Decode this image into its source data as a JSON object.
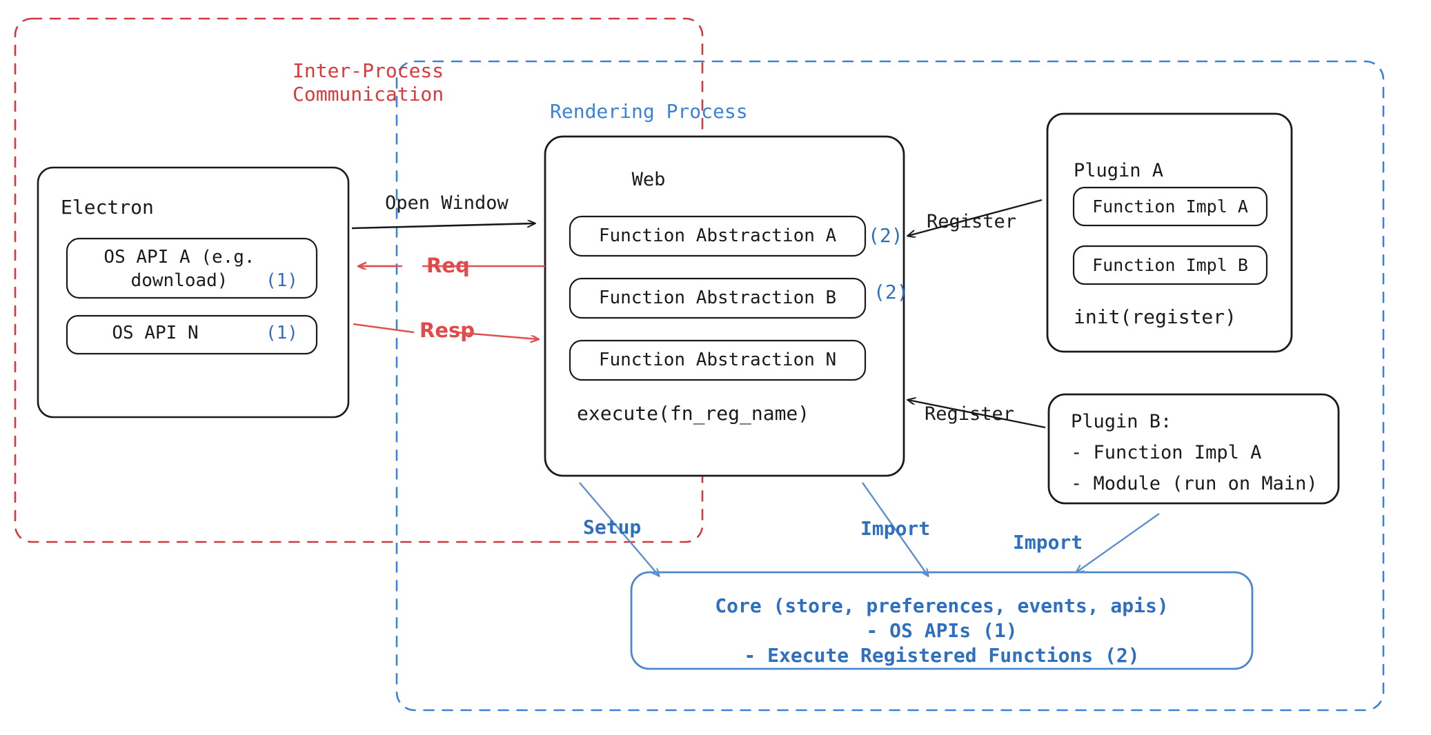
{
  "diagram": {
    "title_hidden": "",
    "colors": {
      "ipc_red": "#d4383f",
      "render_blue": "#3b82d6",
      "core_blue": "#2f6fc0",
      "node_black": "#1a1a1a",
      "annotation_blue": "#2f6fc0",
      "arrow_red": "#e05252"
    }
  },
  "ipc_group": {
    "label_line1": "Inter-Process",
    "label_line2": "Communication"
  },
  "rendering_group": {
    "label": "Rendering Process"
  },
  "electron": {
    "title": "Electron",
    "items": [
      {
        "label_line1": "OS API A (e.g.",
        "label_line2": "download)",
        "tag": "(1)"
      },
      {
        "label_line1": "OS API N",
        "label_line2": "",
        "tag": "(1)"
      }
    ]
  },
  "web": {
    "title": "Web",
    "items": [
      {
        "label": "Function Abstraction A",
        "tag": "(2)"
      },
      {
        "label": "Function Abstraction B",
        "tag": "(2)"
      },
      {
        "label": "Function Abstraction N",
        "tag": ""
      }
    ],
    "footer": "execute(fn_reg_name)"
  },
  "plugin_a": {
    "title": "Plugin A",
    "items": [
      {
        "label": "Function Impl A"
      },
      {
        "label": "Function Impl B"
      }
    ],
    "footer": "init(register)"
  },
  "plugin_b": {
    "title": "Plugin B:",
    "lines": [
      "- Function Impl A",
      "- Module (run on Main)"
    ]
  },
  "core": {
    "line1": "Core (store, preferences, events, apis)",
    "line2": "- OS APIs (1)",
    "line3": "- Execute Registered Functions (2)"
  },
  "edges": {
    "open_window": "Open Window",
    "req": "Req",
    "resp": "Resp",
    "register_top": "Register",
    "register_bottom": "Register",
    "setup": "Setup",
    "import_web": "Import",
    "import_plugin_b": "Import"
  }
}
